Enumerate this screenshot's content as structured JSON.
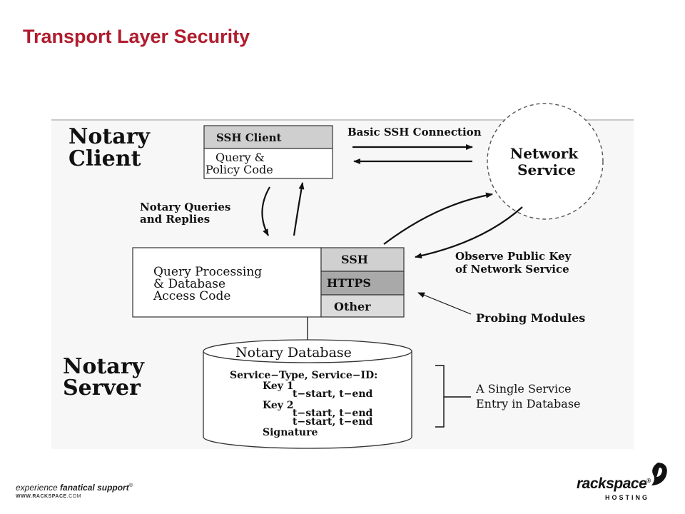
{
  "slide": {
    "title": "Transport Layer Security"
  },
  "diagram": {
    "notary_client_label": [
      "Notary",
      "Client"
    ],
    "notary_server_label": [
      "Notary",
      "Server"
    ],
    "client_box": {
      "header": "SSH Client",
      "body": [
        "Query &",
        "Policy Code"
      ]
    },
    "network_service": [
      "Network",
      "Service"
    ],
    "connection_label": "Basic SSH Connection",
    "queries_label": [
      "Notary Queries",
      "and Replies"
    ],
    "observe_label": [
      "Observe Public Key",
      "of Network Service"
    ],
    "probing_label": "Probing Modules",
    "query_processing": [
      "Query Processing",
      "& Database",
      "Access Code"
    ],
    "modules": [
      "SSH",
      "HTTPS",
      "Other"
    ],
    "database": {
      "title": "Notary Database",
      "lines": [
        "Service−Type, Service−ID:",
        "Key 1",
        "t−start, t−end",
        "Key 2",
        "t−start, t−end",
        "t−start, t−end",
        "Signature"
      ]
    },
    "entry_label": [
      "A Single Service",
      "Entry in Database"
    ]
  },
  "footer": {
    "tagline_pre": "experience ",
    "tagline_bold": "fanatical support",
    "tagline_mark": "®",
    "url_bold": "WWW.RACKSPACE",
    "url_rest": ".COM",
    "brand_name": "rackspace",
    "brand_mark": "®",
    "brand_sub": "HOSTING"
  }
}
